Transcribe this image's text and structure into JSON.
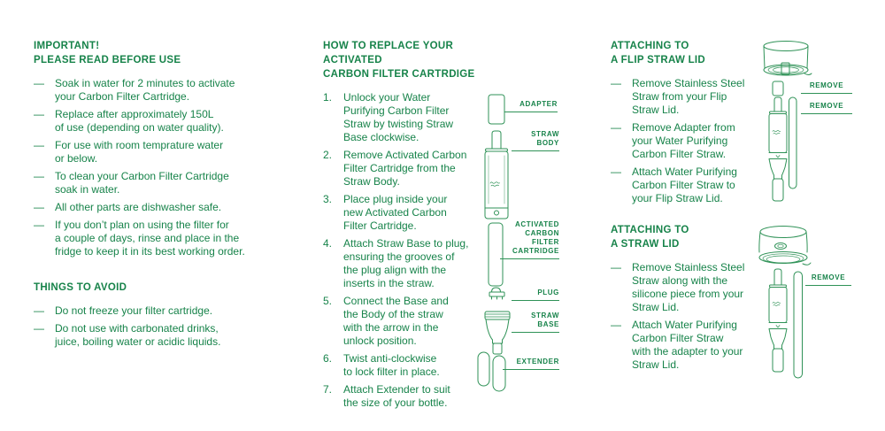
{
  "ui": {
    "dash": "—"
  },
  "colors": {
    "text_green": "#17834a",
    "line_green": "#2f9257",
    "background": "#ffffff"
  },
  "left": {
    "heading": "IMPORTANT!\nPLEASE READ BEFORE USE",
    "bullets": [
      "Soak in water for 2 minutes to activate\nyour Carbon Filter Cartridge.",
      "Replace after approximately 150L\nof use (depending on water quality).",
      "For use with room temprature water\nor below.",
      "To clean your Carbon Filter Cartridge\nsoak in water.",
      "All other parts are dishwasher safe.",
      "If you don’t plan on using the filter for\na couple of days, rinse and place in the\nfridge to keep it in its best working order."
    ],
    "avoid_heading": "THINGS TO AVOID",
    "avoid_bullets": [
      "Do not freeze your filter cartridge.",
      "Do not use with carbonated drinks,\njuice, boiling water or acidic liquids."
    ]
  },
  "middle": {
    "heading": "HOW TO REPLACE YOUR ACTIVATED\nCARBON FILTER CARTRDIGE",
    "steps": [
      {
        "num": "1.",
        "text": "Unlock your Water\nPurifying Carbon Filter\nStraw by twisting Straw\nBase clockwise."
      },
      {
        "num": "2.",
        "text": "Remove Activated Carbon\nFilter Cartridge from the\nStraw Body."
      },
      {
        "num": "3.",
        "text": "Place plug inside your\nnew Activated Carbon\nFilter Cartridge."
      },
      {
        "num": "4.",
        "text": "Attach Straw Base to plug,\nensuring the grooves of\nthe plug align with the\ninserts in the straw."
      },
      {
        "num": "5.",
        "text": "Connect the Base and\nthe Body of the straw\nwith the arrow in the\nunlock position."
      },
      {
        "num": "6.",
        "text": "Twist anti-clockwise\nto lock filter in place."
      },
      {
        "num": "7.",
        "text": "Attach Extender to suit\nthe size of your bottle."
      }
    ],
    "diagram_labels": [
      "ADAPTER",
      "STRAW\nBODY",
      "ACTIVATED\nCARBON\nFILTER\nCARTRIDGE",
      "PLUG",
      "STRAW\nBASE",
      "EXTENDER"
    ]
  },
  "right": {
    "flip_section": {
      "heading": "ATTACHING TO\nA FLIP STRAW LID",
      "bullets": [
        "Remove Stainless Steel\nStraw from your Flip\nStraw Lid.",
        "Remove Adapter from\nyour Water Purifying\nCarbon Filter Straw.",
        "Attach Water Purifying\nCarbon Filter Straw to\nyour Flip Straw Lid."
      ],
      "remove_labels": [
        "REMOVE",
        "REMOVE"
      ]
    },
    "straw_section": {
      "heading": "ATTACHING TO\nA STRAW LID",
      "bullets": [
        "Remove Stainless Steel\nStraw along with the\nsilicone piece from your\nStraw Lid.",
        "Attach Water Purifying\nCarbon Filter Straw\nwith the adapter to your\nStraw Lid."
      ],
      "remove_labels": [
        "REMOVE"
      ]
    }
  }
}
